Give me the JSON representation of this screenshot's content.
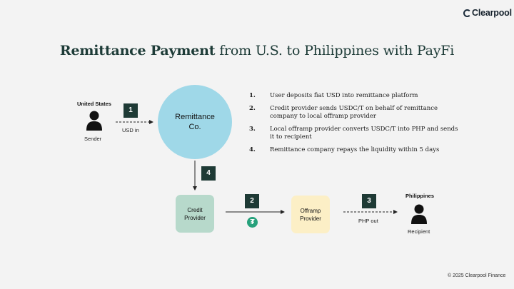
{
  "logo": {
    "text": "Clearpool"
  },
  "title": {
    "strong": "Remittance Payment",
    "rest": " from U.S. to Philippines with PayFi"
  },
  "sender": {
    "country": "United States",
    "label": "Sender"
  },
  "recipient": {
    "country": "Philippines",
    "label": "Recipient"
  },
  "flow": {
    "usd_in": "USD in",
    "php_out": "PHP out",
    "remittance": {
      "line1": "Remittance",
      "line2": "Co."
    },
    "credit": {
      "line1": "Credit",
      "line2": "Provider"
    },
    "offramp": {
      "line1": "Offramp",
      "line2": "Provider"
    },
    "badges": [
      "1",
      "2",
      "3",
      "4"
    ],
    "token_symbol": "₮"
  },
  "steps": [
    {
      "num": "1.",
      "text": "User deposits fiat USD into remittance platform"
    },
    {
      "num": "2.",
      "text": "Credit provider sends USDC/T on behalf of remittance company to local offramp provider"
    },
    {
      "num": "3.",
      "text": "Local offramp provider converts USDC/T into PHP and sends it to recipient"
    },
    {
      "num": "4.",
      "text": "Remittance company repays the liquidity within 5 days"
    }
  ],
  "footer": "© 2025 Clearpool Finance",
  "colors": {
    "title": "#1d3b37",
    "badge": "#1e3a35",
    "remittance_circle": "#9fd8e8",
    "credit_box": "#b7d9cb",
    "offramp_box": "#fcefc6",
    "tether": "#26a17b"
  }
}
